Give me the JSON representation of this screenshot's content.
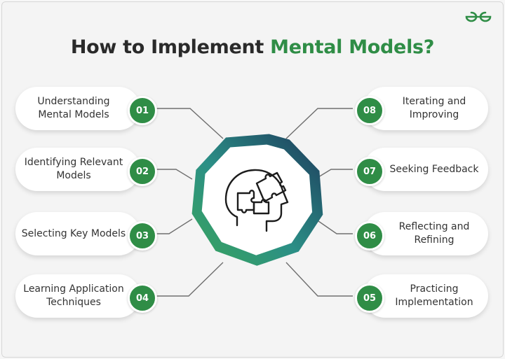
{
  "brand": {
    "logo_text": "GfG",
    "color": "#2f8d46"
  },
  "title": {
    "prefix": "How to Implement ",
    "highlight": "Mental Models?"
  },
  "steps_left": [
    {
      "number": "01",
      "label": "Understanding Mental Models"
    },
    {
      "number": "02",
      "label": "Identifying Relevant Models"
    },
    {
      "number": "03",
      "label": "Selecting Key Models"
    },
    {
      "number": "04",
      "label": "Learning Application Techniques"
    }
  ],
  "steps_right": [
    {
      "number": "08",
      "label": "Iterating and Improving"
    },
    {
      "number": "07",
      "label": "Seeking Feedback"
    },
    {
      "number": "06",
      "label": "Reflecting and Refining"
    },
    {
      "number": "05",
      "label": "Practicing Implementation"
    }
  ],
  "center": {
    "icon": "head-puzzle-icon"
  },
  "colors": {
    "accent": "#2f8d46",
    "dark_navy": "#1d3b5c",
    "blue": "#1f6d8c",
    "text": "#2a2a2a"
  }
}
